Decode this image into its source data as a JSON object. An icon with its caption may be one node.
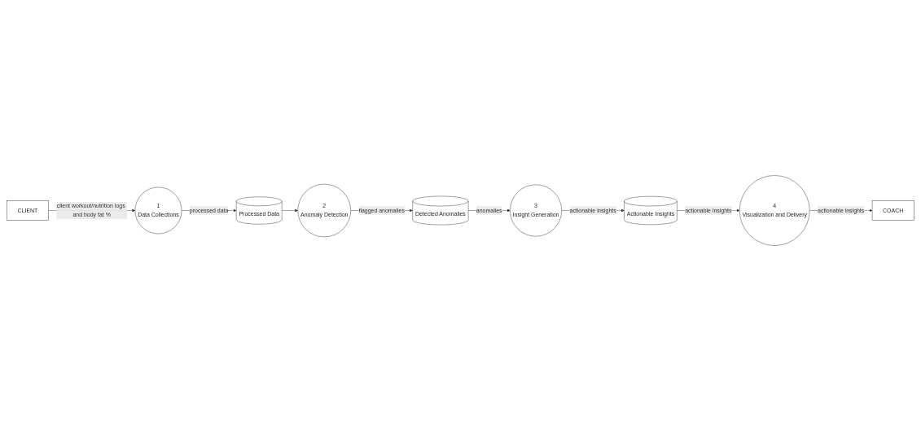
{
  "diagram": {
    "nodes": [
      {
        "text": [
          "CLIENT"
        ]
      },
      {
        "text": [
          "1",
          "Data Collections"
        ]
      },
      {
        "text": [
          "COACH"
        ]
      },
      {
        "text": [
          "Processed Data"
        ]
      },
      {
        "text": [
          "2",
          "Anomaly Detection"
        ]
      },
      {
        "text": [
          "Detected Anomalies"
        ]
      },
      {
        "text": [
          "3",
          "Insight Generation"
        ]
      },
      {
        "text": [
          "Actionable Insights"
        ]
      },
      {
        "text": [
          "4",
          "Visualization and Delivery"
        ]
      }
    ],
    "edges": [
      {
        "from": 0,
        "to": 1,
        "arrow": "to",
        "label": "client workout/nutrition logs and body fat %"
      },
      {
        "from": 1,
        "to": 3,
        "arrow": "to",
        "label": "processed data"
      },
      {
        "from": 3,
        "to": 4,
        "arrow": "to"
      },
      {
        "from": 4,
        "to": 5,
        "arrow": "to",
        "label": "flagged anomalies"
      },
      {
        "from": 5,
        "to": 6,
        "arrow": "to",
        "label": "anomalies"
      },
      {
        "from": 6,
        "to": 7,
        "arrow": "to",
        "label": "actionable insights"
      },
      {
        "from": 7,
        "to": 8,
        "arrow": "to",
        "label": "actionable insights"
      },
      {
        "from": 8,
        "to": 2,
        "arrow": "to",
        "label": "actionable insights"
      }
    ]
  }
}
